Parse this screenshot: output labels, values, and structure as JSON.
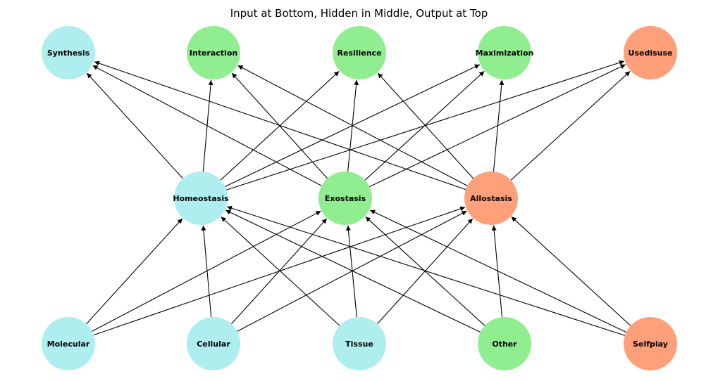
{
  "title": "Input at Bottom, Hidden in Middle, Output at Top",
  "colors": {
    "cyan": "#afeeee",
    "green": "#90ee90",
    "orange": "#ffa07a",
    "edge": "#000000"
  },
  "nodes": [
    {
      "id": "synthesis",
      "label": "Synthesis",
      "layer": "output",
      "color": "cyan"
    },
    {
      "id": "interaction",
      "label": "Interaction",
      "layer": "output",
      "color": "green"
    },
    {
      "id": "resilience",
      "label": "Resilience",
      "layer": "output",
      "color": "green"
    },
    {
      "id": "maximization",
      "label": "Maximization",
      "layer": "output",
      "color": "green"
    },
    {
      "id": "usedisuse",
      "label": "Usedisuse",
      "layer": "output",
      "color": "orange"
    },
    {
      "id": "homeostasis",
      "label": "Homeostasis",
      "layer": "hidden",
      "color": "cyan"
    },
    {
      "id": "exostasis",
      "label": "Exostasis",
      "layer": "hidden",
      "color": "green"
    },
    {
      "id": "allostasis",
      "label": "Allostasis",
      "layer": "hidden",
      "color": "orange"
    },
    {
      "id": "molecular",
      "label": "Molecular",
      "layer": "input",
      "color": "cyan"
    },
    {
      "id": "cellular",
      "label": "Cellular",
      "layer": "input",
      "color": "cyan"
    },
    {
      "id": "tissue",
      "label": "Tissue",
      "layer": "input",
      "color": "cyan"
    },
    {
      "id": "other",
      "label": "Other",
      "layer": "input",
      "color": "green"
    },
    {
      "id": "selfplay",
      "label": "Selfplay",
      "layer": "input",
      "color": "orange"
    }
  ],
  "edges": [
    [
      "molecular",
      "homeostasis"
    ],
    [
      "molecular",
      "exostasis"
    ],
    [
      "molecular",
      "allostasis"
    ],
    [
      "cellular",
      "homeostasis"
    ],
    [
      "cellular",
      "exostasis"
    ],
    [
      "cellular",
      "allostasis"
    ],
    [
      "tissue",
      "homeostasis"
    ],
    [
      "tissue",
      "exostasis"
    ],
    [
      "tissue",
      "allostasis"
    ],
    [
      "other",
      "homeostasis"
    ],
    [
      "other",
      "exostasis"
    ],
    [
      "other",
      "allostasis"
    ],
    [
      "selfplay",
      "homeostasis"
    ],
    [
      "selfplay",
      "exostasis"
    ],
    [
      "selfplay",
      "allostasis"
    ],
    [
      "homeostasis",
      "synthesis"
    ],
    [
      "homeostasis",
      "interaction"
    ],
    [
      "homeostasis",
      "resilience"
    ],
    [
      "homeostasis",
      "maximization"
    ],
    [
      "homeostasis",
      "usedisuse"
    ],
    [
      "exostasis",
      "synthesis"
    ],
    [
      "exostasis",
      "interaction"
    ],
    [
      "exostasis",
      "resilience"
    ],
    [
      "exostasis",
      "maximization"
    ],
    [
      "exostasis",
      "usedisuse"
    ],
    [
      "allostasis",
      "synthesis"
    ],
    [
      "allostasis",
      "interaction"
    ],
    [
      "allostasis",
      "resilience"
    ],
    [
      "allostasis",
      "maximization"
    ],
    [
      "allostasis",
      "usedisuse"
    ]
  ]
}
